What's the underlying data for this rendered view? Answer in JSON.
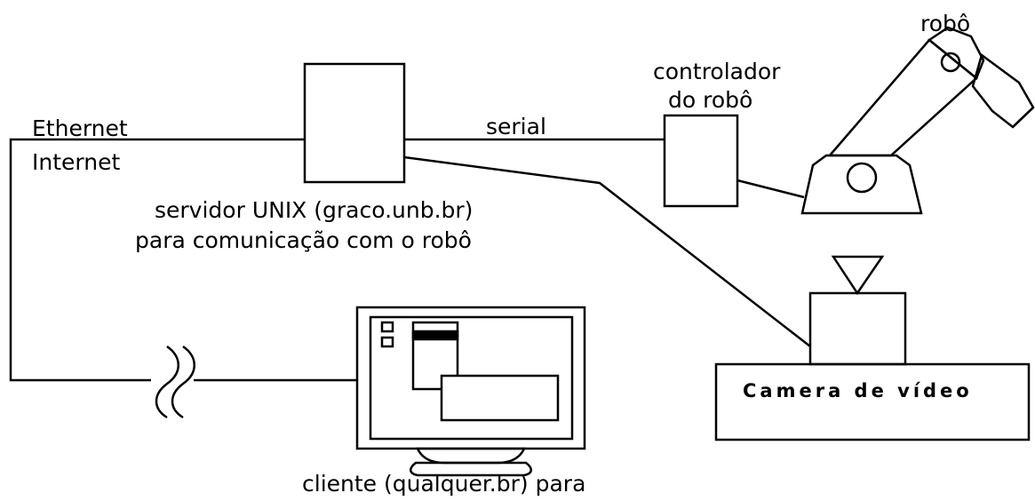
{
  "labels": {
    "robot": "robô",
    "controller_line1": "controlador",
    "controller_line2": "do robô",
    "ethernet": "Ethernet",
    "internet": "Internet",
    "serial": "serial",
    "server_line1": "servidor UNIX (graco.unb.br)",
    "server_line2": "para comunicação com o robô",
    "camera": "Camera de vídeo",
    "client": "cliente (qualquer.br) para"
  }
}
